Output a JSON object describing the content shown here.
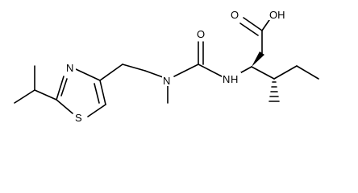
{
  "molecule": {
    "atom_labels": {
      "carbonyl_oxygen": "O",
      "hydroxyl_oh": "OH",
      "thiazole_nitrogen": "N",
      "thiazole_sulfur": "S",
      "amine_nitrogen": "N",
      "amide_nh": "N",
      "amide_h": "H"
    },
    "colors": {
      "bond": "#000000",
      "label": "#000000",
      "background": "#ffffff"
    }
  }
}
